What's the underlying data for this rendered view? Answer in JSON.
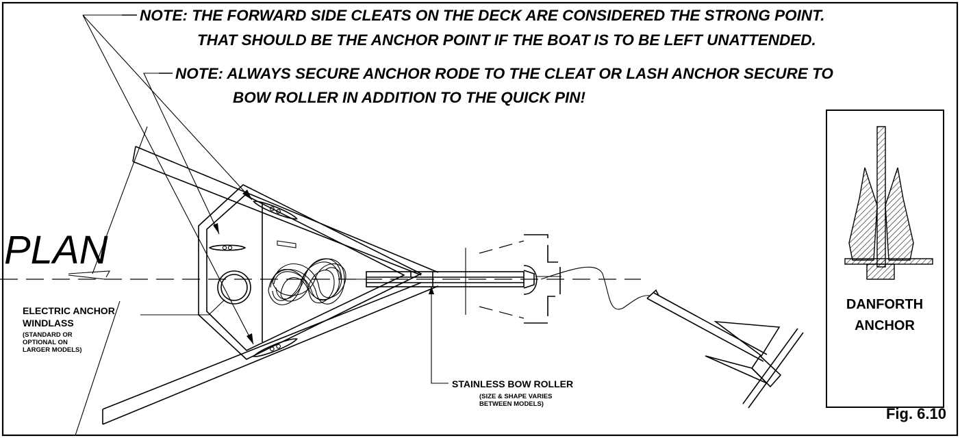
{
  "notes": {
    "note1_line1": "NOTE: THE FORWARD SIDE CLEATS ON THE DECK ARE CONSIDERED THE STRONG POINT.",
    "note1_line2": "THAT SHOULD BE THE ANCHOR POINT IF THE BOAT IS TO BE LEFT UNATTENDED.",
    "note2_line1": "NOTE: ALWAYS SECURE ANCHOR RODE TO THE CLEAT OR LASH ANCHOR SECURE TO",
    "note2_line2": "BOW ROLLER IN ADDITION TO THE QUICK PIN!"
  },
  "view_label": "PLAN",
  "windlass": {
    "line1": "ELECTRIC ANCHOR",
    "line2": "WINDLASS",
    "sub1": "(STANDARD OR",
    "sub2": "OPTIONAL ON",
    "sub3": "LARGER MODELS)"
  },
  "bow_roller": {
    "line1": "STAINLESS BOW ROLLER",
    "sub1": "(SIZE & SHAPE VARIES",
    "sub2": "BETWEEN MODELS)"
  },
  "inset": {
    "line1": "DANFORTH",
    "line2": "ANCHOR"
  },
  "figure_label": "Fig. 6.10"
}
